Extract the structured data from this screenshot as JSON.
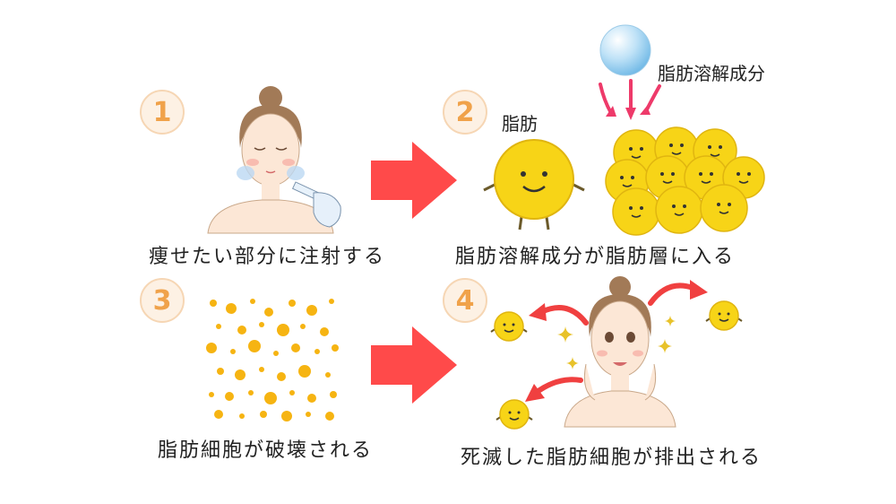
{
  "steps": [
    {
      "number": "1",
      "caption": "痩せたい部分に注射する"
    },
    {
      "number": "2",
      "caption": "脂肪溶解成分が脂肪層に入る"
    },
    {
      "number": "3",
      "caption": "脂肪細胞が破壊される"
    },
    {
      "number": "4",
      "caption": "死滅した脂肪細胞が排出される"
    }
  ],
  "labels": {
    "fat": "脂肪",
    "fat_dissolving_agent": "脂肪溶解成分"
  },
  "colors": {
    "arrow": "#ff4a4a",
    "number": "#f0a24a",
    "fat": "#f7d417",
    "pink_arrow": "#ee3a6a",
    "red_arrow": "#f04040"
  }
}
